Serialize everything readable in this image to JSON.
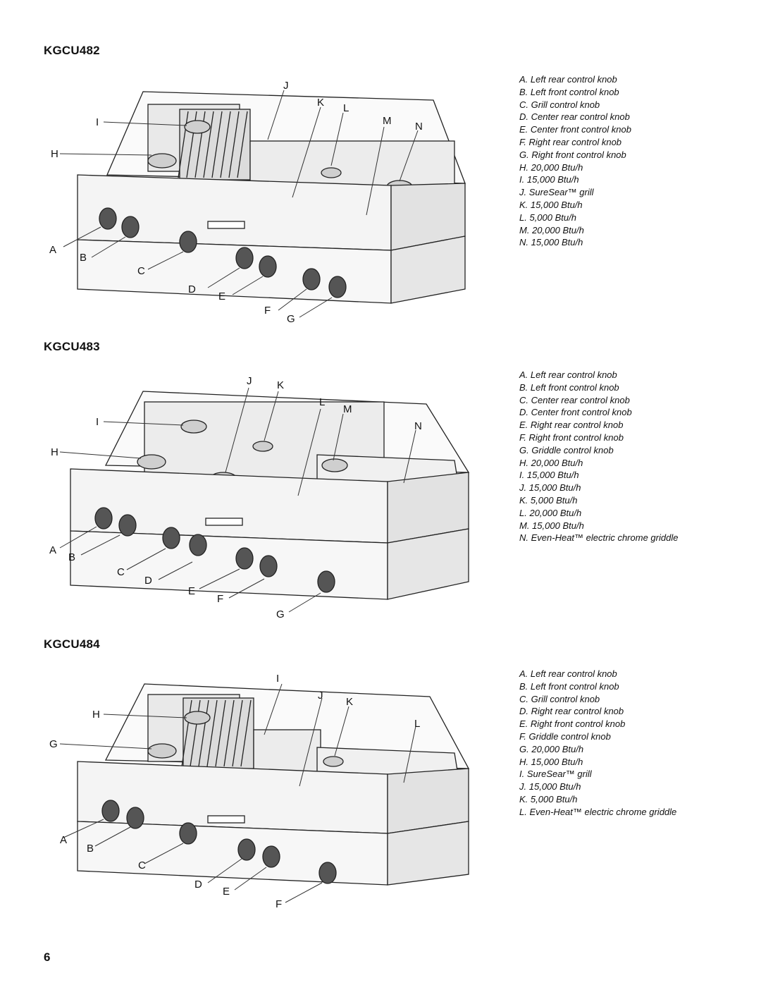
{
  "models": [
    {
      "title": "KGCU482",
      "legend": [
        {
          "key": "A.",
          "text": "Left rear control knob"
        },
        {
          "key": "B.",
          "text": "Left front control knob"
        },
        {
          "key": "C.",
          "text": "Grill control knob"
        },
        {
          "key": "D.",
          "text": "Center rear control knob"
        },
        {
          "key": "E.",
          "text": "Center front control knob"
        },
        {
          "key": "F.",
          "text": "Right rear control knob"
        },
        {
          "key": "G.",
          "text": "Right front control knob"
        },
        {
          "key": "H.",
          "text": "20,000 Btu/h"
        },
        {
          "key": "I.",
          "text": "15,000 Btu/h"
        },
        {
          "key": "J.",
          "text": "SureSear™ grill"
        },
        {
          "key": "K.",
          "text": "15,000 Btu/h"
        },
        {
          "key": "L.",
          "text": "5,000 Btu/h"
        },
        {
          "key": "M.",
          "text": "20,000 Btu/h"
        },
        {
          "key": "N.",
          "text": "15,000 Btu/h"
        }
      ],
      "callouts": [
        "J",
        "K",
        "L",
        "M",
        "N",
        "I",
        "H",
        "A",
        "B",
        "C",
        "D",
        "E",
        "F",
        "G"
      ]
    },
    {
      "title": "KGCU483",
      "legend": [
        {
          "key": "A.",
          "text": "Left rear control knob"
        },
        {
          "key": "B.",
          "text": "Left front control knob"
        },
        {
          "key": "C.",
          "text": "Center rear control knob"
        },
        {
          "key": "D.",
          "text": "Center front control knob"
        },
        {
          "key": "E.",
          "text": "Right rear control knob"
        },
        {
          "key": "F.",
          "text": "Right front control knob"
        },
        {
          "key": "G.",
          "text": "Griddle control knob"
        },
        {
          "key": "H.",
          "text": "20,000 Btu/h"
        },
        {
          "key": "I.",
          "text": "15,000 Btu/h"
        },
        {
          "key": "J.",
          "text": "15,000 Btu/h"
        },
        {
          "key": "K.",
          "text": "5,000 Btu/h"
        },
        {
          "key": "L.",
          "text": "20,000 Btu/h"
        },
        {
          "key": "M.",
          "text": "15,000 Btu/h"
        },
        {
          "key": "N.",
          "text": "Even-Heat™ electric chrome griddle"
        }
      ],
      "callouts": [
        "J",
        "K",
        "L",
        "M",
        "I",
        "N",
        "H",
        "A",
        "B",
        "C",
        "D",
        "E",
        "F",
        "G"
      ]
    },
    {
      "title": "KGCU484",
      "legend": [
        {
          "key": "A.",
          "text": "Left rear control knob"
        },
        {
          "key": "B.",
          "text": "Left front control knob"
        },
        {
          "key": "C.",
          "text": "Grill control knob"
        },
        {
          "key": "D.",
          "text": "Right rear control knob"
        },
        {
          "key": "E.",
          "text": "Right front control knob"
        },
        {
          "key": "F.",
          "text": "Griddle control knob"
        },
        {
          "key": "G.",
          "text": "20,000 Btu/h"
        },
        {
          "key": "H.",
          "text": "15,000 Btu/h"
        },
        {
          "key": "I.",
          "text": "SureSear™ grill"
        },
        {
          "key": "J.",
          "text": "15,000 Btu/h"
        },
        {
          "key": "K.",
          "text": "5,000 Btu/h"
        },
        {
          "key": "L.",
          "text": "Even-Heat™ electric chrome griddle"
        }
      ],
      "callouts": [
        "I",
        "J",
        "K",
        "H",
        "L",
        "G",
        "A",
        "B",
        "C",
        "D",
        "E",
        "F"
      ]
    }
  ],
  "page_number": "6"
}
